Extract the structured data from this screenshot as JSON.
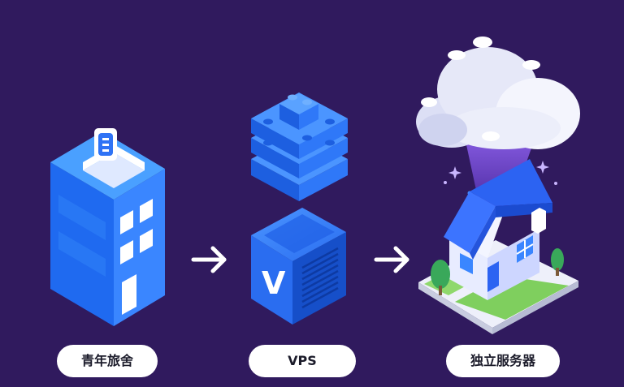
{
  "colors": {
    "background": "#301a5e",
    "blue_light": "#3f8cff",
    "blue_mid": "#1f66ee",
    "blue_dark": "#1447c4",
    "white": "#ffffff",
    "cloud": "#eef0fb",
    "roof": "#2c63f2",
    "house_wall": "#f3f5ff",
    "lawn": "#7fcf5e",
    "tree": "#39a85a"
  },
  "stages": [
    {
      "label": "青年旅舍",
      "icon": "hostel-building-icon"
    },
    {
      "label": "VPS",
      "icon": "vps-server-block-icon"
    },
    {
      "label": "独立服务器",
      "icon": "dedicated-server-house-icon"
    }
  ],
  "vps_letter": "V",
  "arrows": [
    "right-arrow-icon",
    "right-arrow-icon"
  ]
}
